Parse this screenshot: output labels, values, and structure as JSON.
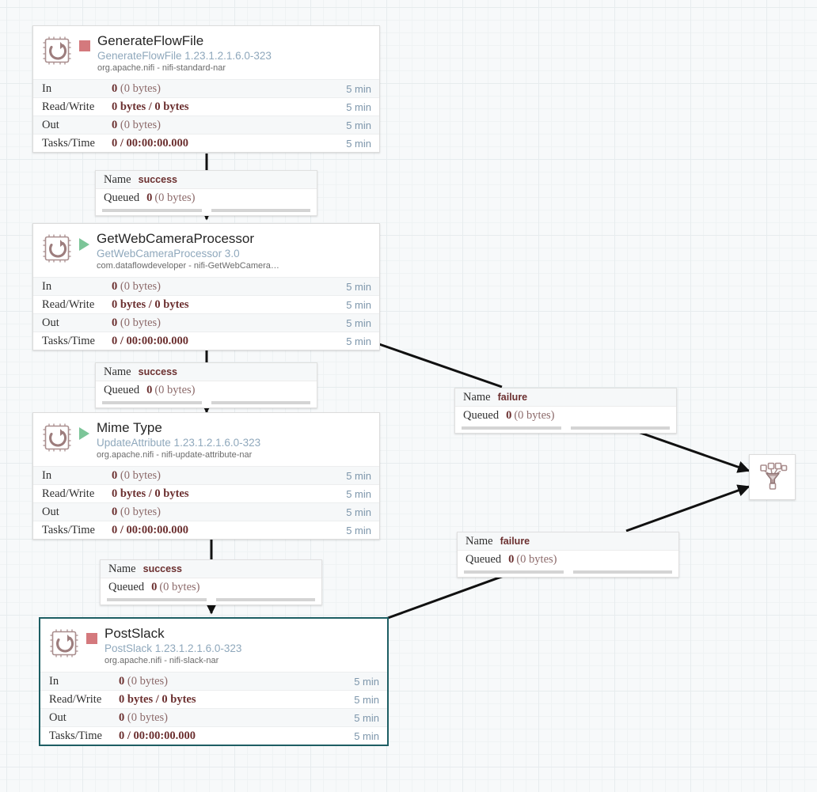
{
  "canvas": {
    "background_color": "#f7f9fa",
    "grid_color": "#e7ecee",
    "accent_selected": "#1d5e63",
    "stopped_color": "#d4797d",
    "running_color": "#7cc598",
    "type_text_color": "#8fa8bc",
    "value_color": "#6b2f2f",
    "time_color": "#7d96ab"
  },
  "stat_labels": {
    "in": "In",
    "read_write": "Read/Write",
    "out": "Out",
    "tasks_time": "Tasks/Time"
  },
  "conn_labels": {
    "name": "Name",
    "queued": "Queued"
  },
  "processors": [
    {
      "id": "generateflowfile",
      "name": "GenerateFlowFile",
      "type": "GenerateFlowFile 1.23.1.2.1.6.0-323",
      "bundle": "org.apache.nifi - nifi-standard-nar",
      "run_status": "stopped",
      "selected": false,
      "stats": {
        "in": "0 (0 bytes)",
        "in_count": "0",
        "in_bytes": "(0 bytes)",
        "read_write": "0 bytes / 0 bytes",
        "out_count": "0",
        "out_bytes": "(0 bytes)",
        "tasks_time": "0 / 00:00:00.000",
        "in_time": "5 min",
        "read_write_time": "5 min",
        "out_time": "5 min",
        "tasks_time_time": "5 min"
      }
    },
    {
      "id": "getwebcameraprocessor",
      "name": "GetWebCameraProcessor",
      "type": "GetWebCameraProcessor 3.0",
      "bundle": "com.dataflowdeveloper - nifi-GetWebCamera…",
      "run_status": "running",
      "selected": false,
      "stats": {
        "in_count": "0",
        "in_bytes": "(0 bytes)",
        "read_write": "0 bytes / 0 bytes",
        "out_count": "0",
        "out_bytes": "(0 bytes)",
        "tasks_time": "0 / 00:00:00.000",
        "in_time": "5 min",
        "read_write_time": "5 min",
        "out_time": "5 min",
        "tasks_time_time": "5 min"
      }
    },
    {
      "id": "mimetype",
      "name": "Mime Type",
      "type": "UpdateAttribute 1.23.1.2.1.6.0-323",
      "bundle": "org.apache.nifi - nifi-update-attribute-nar",
      "run_status": "running",
      "selected": false,
      "stats": {
        "in_count": "0",
        "in_bytes": "(0 bytes)",
        "read_write": "0 bytes / 0 bytes",
        "out_count": "0",
        "out_bytes": "(0 bytes)",
        "tasks_time": "0 / 00:00:00.000",
        "in_time": "5 min",
        "read_write_time": "5 min",
        "out_time": "5 min",
        "tasks_time_time": "5 min"
      }
    },
    {
      "id": "postslack",
      "name": "PostSlack",
      "type": "PostSlack 1.23.1.2.1.6.0-323",
      "bundle": "org.apache.nifi - nifi-slack-nar",
      "run_status": "stopped",
      "selected": true,
      "stats": {
        "in_count": "0",
        "in_bytes": "(0 bytes)",
        "read_write": "0 bytes / 0 bytes",
        "out_count": "0",
        "out_bytes": "(0 bytes)",
        "tasks_time": "0 / 00:00:00.000",
        "in_time": "5 min",
        "read_write_time": "5 min",
        "out_time": "5 min",
        "tasks_time_time": "5 min"
      }
    }
  ],
  "connections": [
    {
      "id": "conn-gff-gwc",
      "name": "success",
      "queued_count": "0",
      "queued_bytes": "(0 bytes)"
    },
    {
      "id": "conn-gwc-mime",
      "name": "success",
      "queued_count": "0",
      "queued_bytes": "(0 bytes)"
    },
    {
      "id": "conn-gwc-funnel",
      "name": "failure",
      "queued_count": "0",
      "queued_bytes": "(0 bytes)"
    },
    {
      "id": "conn-mime-postslack",
      "name": "success",
      "queued_count": "0",
      "queued_bytes": "(0 bytes)"
    },
    {
      "id": "conn-postslack-funnel",
      "name": "failure",
      "queued_count": "0",
      "queued_bytes": "(0 bytes)"
    }
  ],
  "funnel": {
    "id": "funnel-1",
    "icon": "funnel-icon"
  }
}
